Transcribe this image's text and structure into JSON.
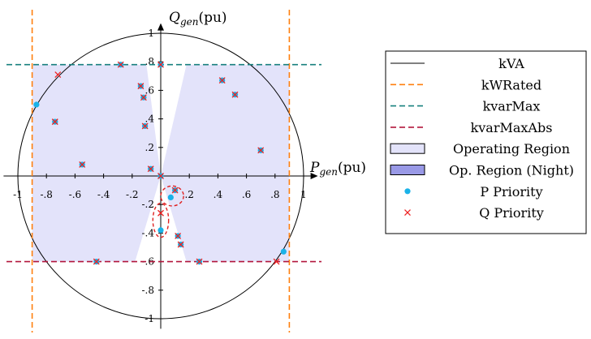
{
  "chart_data": {
    "type": "scatter",
    "xlabel": {
      "main": "P",
      "sub": "gen",
      "unit": "(pu)"
    },
    "ylabel": {
      "main": "Q",
      "sub": "gen",
      "unit": "(pu)"
    },
    "xlim": [
      -1.1,
      1.1
    ],
    "ylim": [
      -1.07,
      1.07
    ],
    "x_ticks": [
      {
        "v": -1,
        "label": "-1"
      },
      {
        "v": -0.8,
        "label": "-.8"
      },
      {
        "v": -0.6,
        "label": "-.6"
      },
      {
        "v": -0.4,
        "label": "-.4"
      },
      {
        "v": -0.2,
        "label": "-.2"
      },
      {
        "v": 0.2,
        "label": ".2"
      },
      {
        "v": 0.4,
        "label": ".4"
      },
      {
        "v": 0.6,
        "label": ".6"
      },
      {
        "v": 0.8,
        "label": ".8"
      },
      {
        "v": 1,
        "label": "1"
      }
    ],
    "y_ticks": [
      {
        "v": 1,
        "label": "1"
      },
      {
        "v": 0.8,
        "label": ".8"
      },
      {
        "v": 0.6,
        "label": ".6"
      },
      {
        "v": 0.4,
        "label": ".4"
      },
      {
        "v": 0.2,
        "label": ".2"
      },
      {
        "v": -0.2,
        "label": "-.2"
      },
      {
        "v": -0.4,
        "label": "-.4"
      },
      {
        "v": -0.6,
        "label": "-.6"
      },
      {
        "v": -0.8,
        "label": "-.8"
      },
      {
        "v": -1,
        "label": "-1"
      }
    ],
    "kva_radius": 1.0,
    "kw_rated": 0.9,
    "kvar_max": 0.78,
    "kvar_max_abs": -0.6,
    "operating_region_left": [
      [
        -0.9,
        0.78
      ],
      [
        -0.1,
        0.78
      ],
      [
        0,
        0
      ],
      [
        -0.18,
        -0.6
      ],
      [
        -0.9,
        -0.6
      ]
    ],
    "operating_region_right": [
      [
        0.18,
        0.78
      ],
      [
        0.9,
        0.78
      ],
      [
        0.9,
        -0.6
      ],
      [
        0.18,
        -0.6
      ],
      [
        0,
        0
      ]
    ],
    "legend": [
      {
        "label": "kVA",
        "kind": "line-solid",
        "color": "#000000"
      },
      {
        "label": "kWRated",
        "kind": "line-dashed",
        "color": "#ff7f0e"
      },
      {
        "label": "kvarMax",
        "kind": "line-dashed",
        "color": "#17807e"
      },
      {
        "label": "kvarMaxAbs",
        "kind": "line-dashed",
        "color": "#b2163c"
      },
      {
        "label": "Operating Region",
        "kind": "patch",
        "color": "#e3e3fa"
      },
      {
        "label": "Op. Region (Night)",
        "kind": "patch-dark",
        "color": "#9999e6"
      },
      {
        "label": "P Priority",
        "kind": "dot",
        "color": "#1ab2e8"
      },
      {
        "label": "Q Priority",
        "kind": "cross",
        "color": "#ee2222"
      }
    ],
    "series": [
      {
        "name": "P Priority",
        "points": [
          [
            -0.87,
            0.5
          ],
          [
            -0.28,
            0.78
          ],
          [
            0.0,
            0.78
          ],
          [
            -0.14,
            0.63
          ],
          [
            -0.12,
            0.55
          ],
          [
            -0.11,
            0.35
          ],
          [
            -0.07,
            0.05
          ],
          [
            0.0,
            0.0
          ],
          [
            -0.74,
            0.38
          ],
          [
            -0.55,
            0.08
          ],
          [
            0.43,
            0.67
          ],
          [
            0.52,
            0.57
          ],
          [
            0.7,
            0.18
          ],
          [
            0.1,
            -0.1
          ],
          [
            0.07,
            -0.15
          ],
          [
            0.12,
            -0.42
          ],
          [
            0.14,
            -0.48
          ],
          [
            0.27,
            -0.6
          ],
          [
            -0.45,
            -0.6
          ],
          [
            0.0,
            -0.38
          ],
          [
            0.86,
            -0.53
          ]
        ]
      },
      {
        "name": "Q Priority",
        "points": [
          [
            -0.72,
            0.71
          ],
          [
            -0.28,
            0.78
          ],
          [
            0.0,
            0.78
          ],
          [
            -0.14,
            0.63
          ],
          [
            -0.12,
            0.55
          ],
          [
            -0.11,
            0.35
          ],
          [
            -0.07,
            0.05
          ],
          [
            0.0,
            0.0
          ],
          [
            -0.74,
            0.38
          ],
          [
            -0.55,
            0.08
          ],
          [
            0.43,
            0.67
          ],
          [
            0.52,
            0.57
          ],
          [
            0.7,
            0.18
          ],
          [
            0.1,
            -0.1
          ],
          [
            0.12,
            -0.42
          ],
          [
            0.14,
            -0.48
          ],
          [
            0.27,
            -0.6
          ],
          [
            -0.45,
            -0.6
          ],
          [
            0.0,
            -0.26
          ],
          [
            0.81,
            -0.6
          ]
        ]
      }
    ],
    "highlight_ellipses": [
      {
        "cx": 0.08,
        "cy": -0.14,
        "rx": 0.08,
        "ry": 0.07
      },
      {
        "cx": 0.0,
        "cy": -0.31,
        "rx": 0.055,
        "ry": 0.12
      }
    ]
  }
}
